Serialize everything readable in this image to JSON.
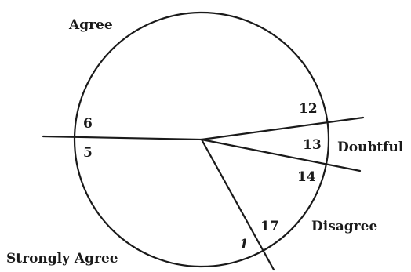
{
  "labels": {
    "agree": "Agree",
    "doubtful": "Doubtful",
    "disagree": "Disagree",
    "strongly_agree": "Strongly Agree"
  },
  "numbers": {
    "n6": "6",
    "n5": "5",
    "n12": "12",
    "n13": "13",
    "n14": "14",
    "n17": "17",
    "n1": "1"
  }
}
